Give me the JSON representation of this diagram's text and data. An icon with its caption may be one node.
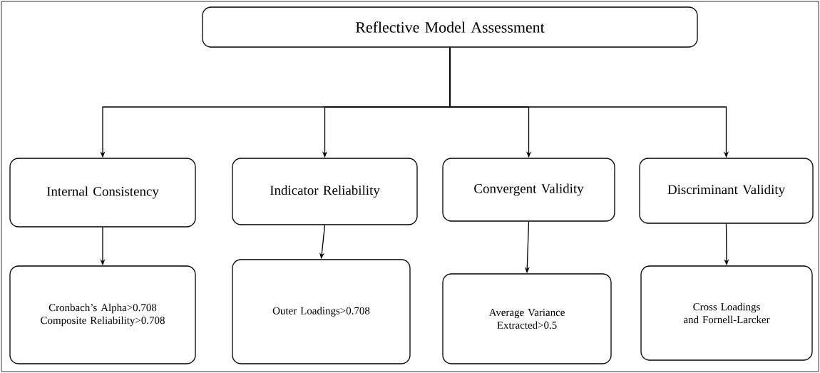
{
  "diagram": {
    "nodes": [
      {
        "text": [
          "Reflective Model Assessment"
        ]
      },
      {
        "text": [
          "Internal Consistency"
        ]
      },
      {
        "text": [
          "Indicator Reliability"
        ]
      },
      {
        "text": [
          "Convergent Validity"
        ]
      },
      {
        "text": [
          "Discriminant Validity"
        ]
      },
      {
        "text": [
          "Cronbach’s Alpha>0.708 Composite Reliability>0.708"
        ]
      },
      {
        "text": [
          "Outer Loadings>0.708"
        ]
      },
      {
        "text": [
          "Average Variance Extracted>0.5"
        ]
      },
      {
        "text": [
          "Cross Loadings and Fornell-Larcker"
        ]
      }
    ],
    "edges": [
      {
        "from": 0,
        "to": 1,
        "arrow": "to"
      },
      {
        "from": 0,
        "to": 2,
        "arrow": "to"
      },
      {
        "from": 0,
        "to": 3,
        "arrow": "to"
      },
      {
        "from": 0,
        "to": 4,
        "arrow": "to"
      },
      {
        "from": 1,
        "to": 5,
        "arrow": "to"
      },
      {
        "from": 2,
        "to": 6,
        "arrow": "to"
      },
      {
        "from": 3,
        "to": 7,
        "arrow": "to"
      },
      {
        "from": 4,
        "to": 8,
        "arrow": "to"
      }
    ]
  }
}
